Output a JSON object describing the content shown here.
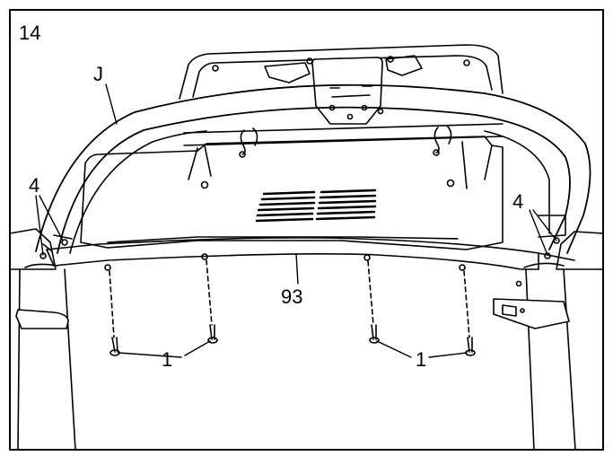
{
  "diagram": {
    "step_number": "14",
    "labels": {
      "part_J": "J",
      "part_4_left": "4",
      "part_4_right": "4",
      "part_93": "93",
      "part_1_left": "1",
      "part_1_right": "1"
    },
    "colors": {
      "stroke": "#000000",
      "background": "#ffffff",
      "vent": "#000000"
    }
  }
}
